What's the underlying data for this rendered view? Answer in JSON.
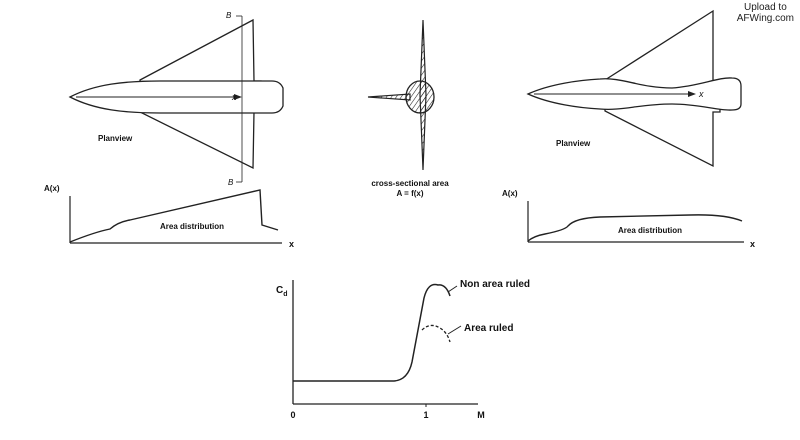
{
  "watermark": {
    "line1": "Upload to",
    "line2": "AFWing.com"
  },
  "left_aircraft": {
    "section_label_top": "B",
    "section_label_bottom": "B",
    "axis_label_x": "x",
    "planview_label": "Planview",
    "graph_ylabel": "A(x)",
    "graph_xlabel": "x",
    "graph_caption": "Area distribution"
  },
  "cross_section": {
    "title": "cross-sectional area",
    "formula": "A = f(x)"
  },
  "right_aircraft": {
    "axis_label_x": "x",
    "planview_label": "Planview",
    "graph_ylabel": "A(x)",
    "graph_xlabel": "x",
    "graph_caption": "Area distribution"
  },
  "drag_chart": {
    "ylabel_main": "C",
    "ylabel_sub": "d",
    "xlabel": "M",
    "tick_0": "0",
    "tick_1": "1",
    "curves": [
      {
        "name": "Non area ruled",
        "style": "solid"
      },
      {
        "name": "Area ruled",
        "style": "dashed"
      }
    ]
  }
}
